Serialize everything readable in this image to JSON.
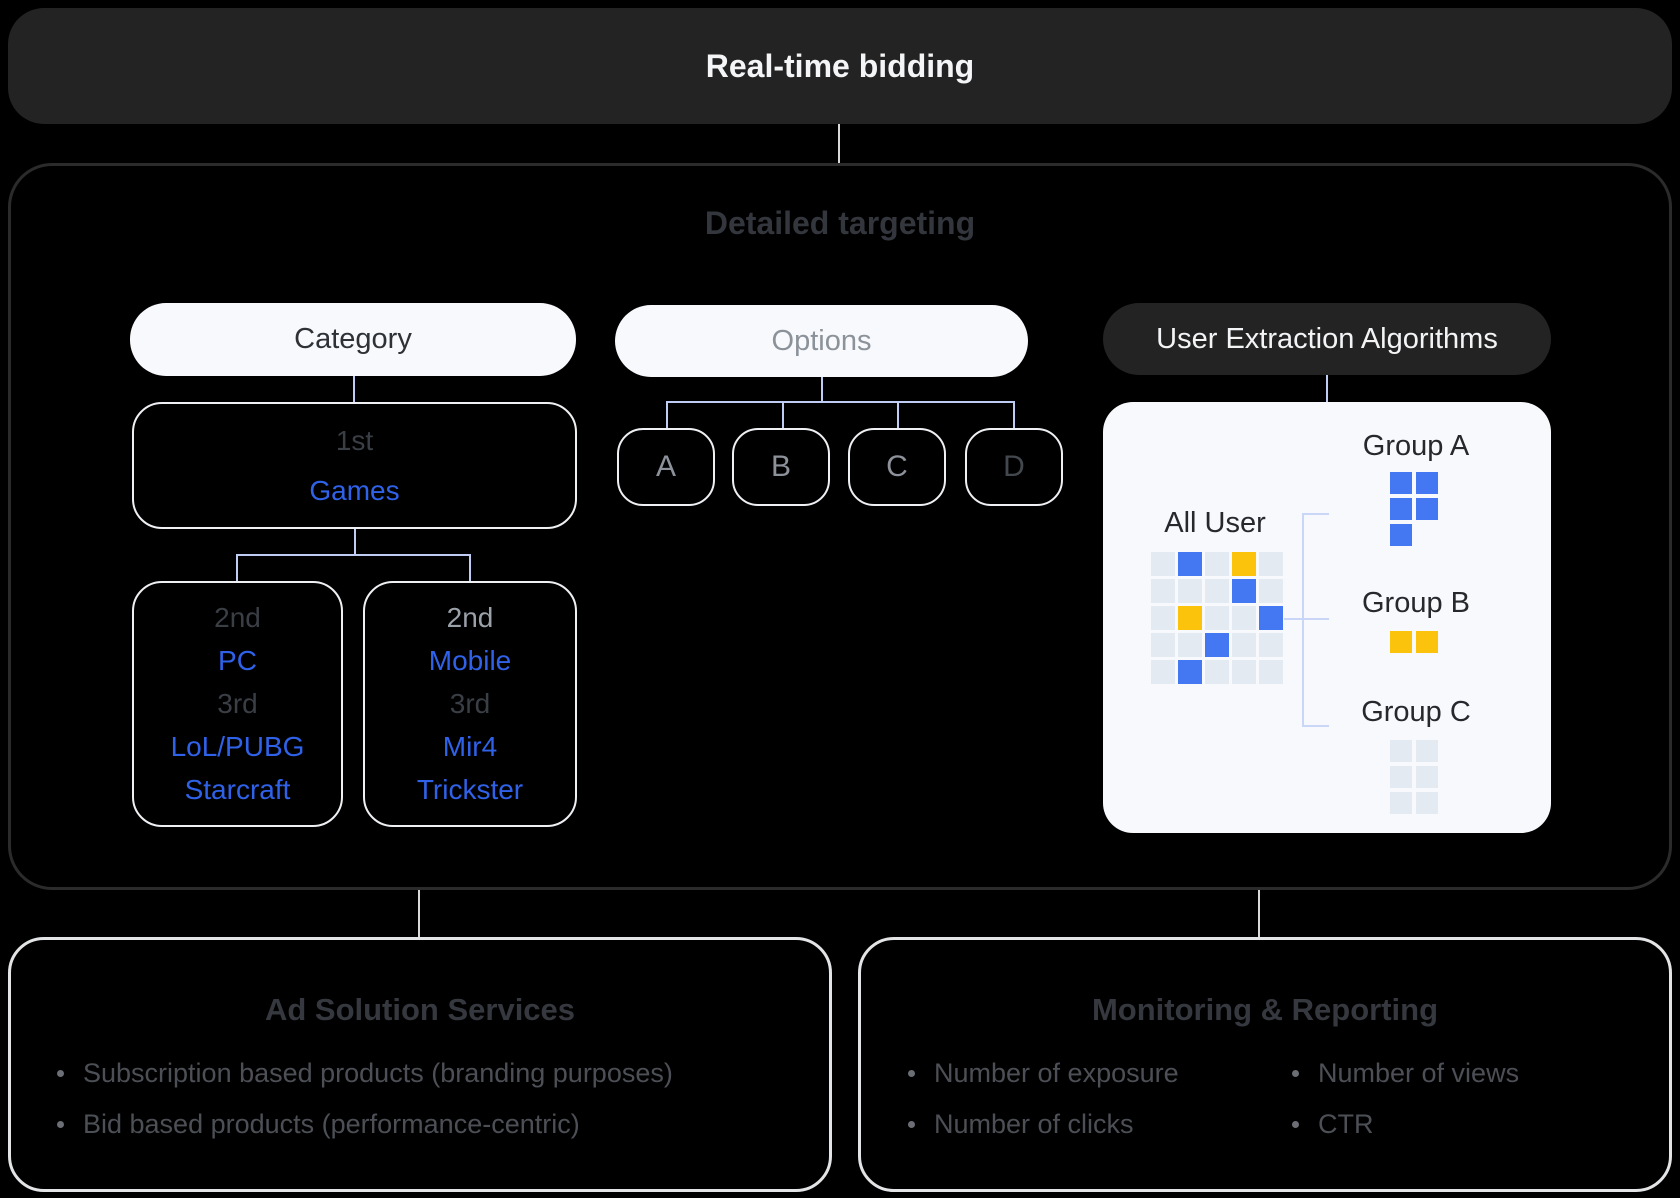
{
  "header": {
    "title": "Real-time bidding"
  },
  "colors": {
    "background": "#000000",
    "node_dark": "#232324",
    "panel_border": "#2b2b2c",
    "light_surface": "#f7f9fc",
    "accent_blue_text": "#2f62e9",
    "square_blue": "#4478f2",
    "square_yellow": "#fcc30c",
    "square_gray": "#e4eaf2",
    "connector_lavender": "#bfccf4",
    "connector_white": "#d9d9d9"
  },
  "targeting": {
    "title": "Detailed targeting",
    "category": {
      "label": "Category",
      "level1_rank": "1st",
      "level1_value": "Games",
      "branches": [
        {
          "rank2": "2nd",
          "value2": "PC",
          "rank3": "3rd",
          "line1": "LoL/PUBG",
          "line2": "Starcraft"
        },
        {
          "rank2": "2nd",
          "value2": "Mobile",
          "rank3": "3rd",
          "line1": "Mir4",
          "line2": "Trickster"
        }
      ]
    },
    "options": {
      "label": "Options",
      "items": [
        "A",
        "B",
        "C",
        "D"
      ]
    },
    "user_extraction": {
      "label": "User Extraction Algorithms",
      "all_user_label": "All User",
      "group_a_label": "Group A",
      "group_b_label": "Group B",
      "group_c_label": "Group C",
      "all_user_grid": {
        "cols": 5,
        "cell": 24,
        "gap": 3,
        "map": {
          "g": "#e4eaf2",
          "b": "#4478f2",
          "y": "#fcc30c"
        },
        "rows": [
          "gbgyg",
          "gggbg",
          "gyggb",
          "ggbgg",
          "gbggg"
        ]
      },
      "group_a_grid": {
        "cols": 2,
        "cell": 22,
        "gap": 4,
        "map": {
          "b": "#4478f2"
        },
        "rows": [
          "bb",
          "bb",
          "b."
        ]
      },
      "group_b_grid": {
        "cols": 2,
        "cell": 22,
        "gap": 4,
        "map": {
          "y": "#fcc30c"
        },
        "rows": [
          "yy"
        ]
      },
      "group_c_grid": {
        "cols": 2,
        "cell": 22,
        "gap": 4,
        "map": {
          "g": "#e4eaf2"
        },
        "rows": [
          "gg",
          "gg",
          "gg"
        ]
      }
    }
  },
  "ad_solution": {
    "title": "Ad Solution Services",
    "bullets": [
      "Subscription based products (branding purposes)",
      "Bid based products (performance-centric)"
    ]
  },
  "monitoring": {
    "title": "Monitoring & Reporting",
    "left_bullets": [
      "Number of exposure",
      "Number of clicks"
    ],
    "right_bullets": [
      "Number of views",
      "CTR"
    ]
  }
}
